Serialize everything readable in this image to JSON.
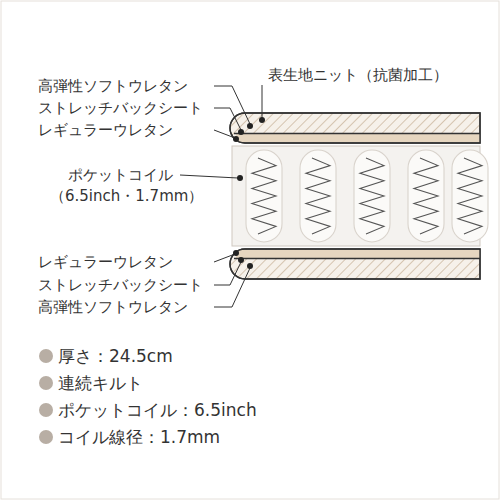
{
  "diagram": {
    "labels": [
      "高弾性ソフトウレタン",
      "ストレッチバックシート",
      "レギュラーウレタン",
      "表生地ニット（抗菌加工）",
      "ポケットコイル",
      "（6.5inch・1.7mm）",
      "レギュラーウレタン",
      "ストレッチバックシート",
      "高弾性ソフトウレタン",
      "厚さ：24.5cm",
      "連続キルト",
      "ポケットコイル：6.5inch",
      "コイル線径：1.7mm"
    ]
  }
}
